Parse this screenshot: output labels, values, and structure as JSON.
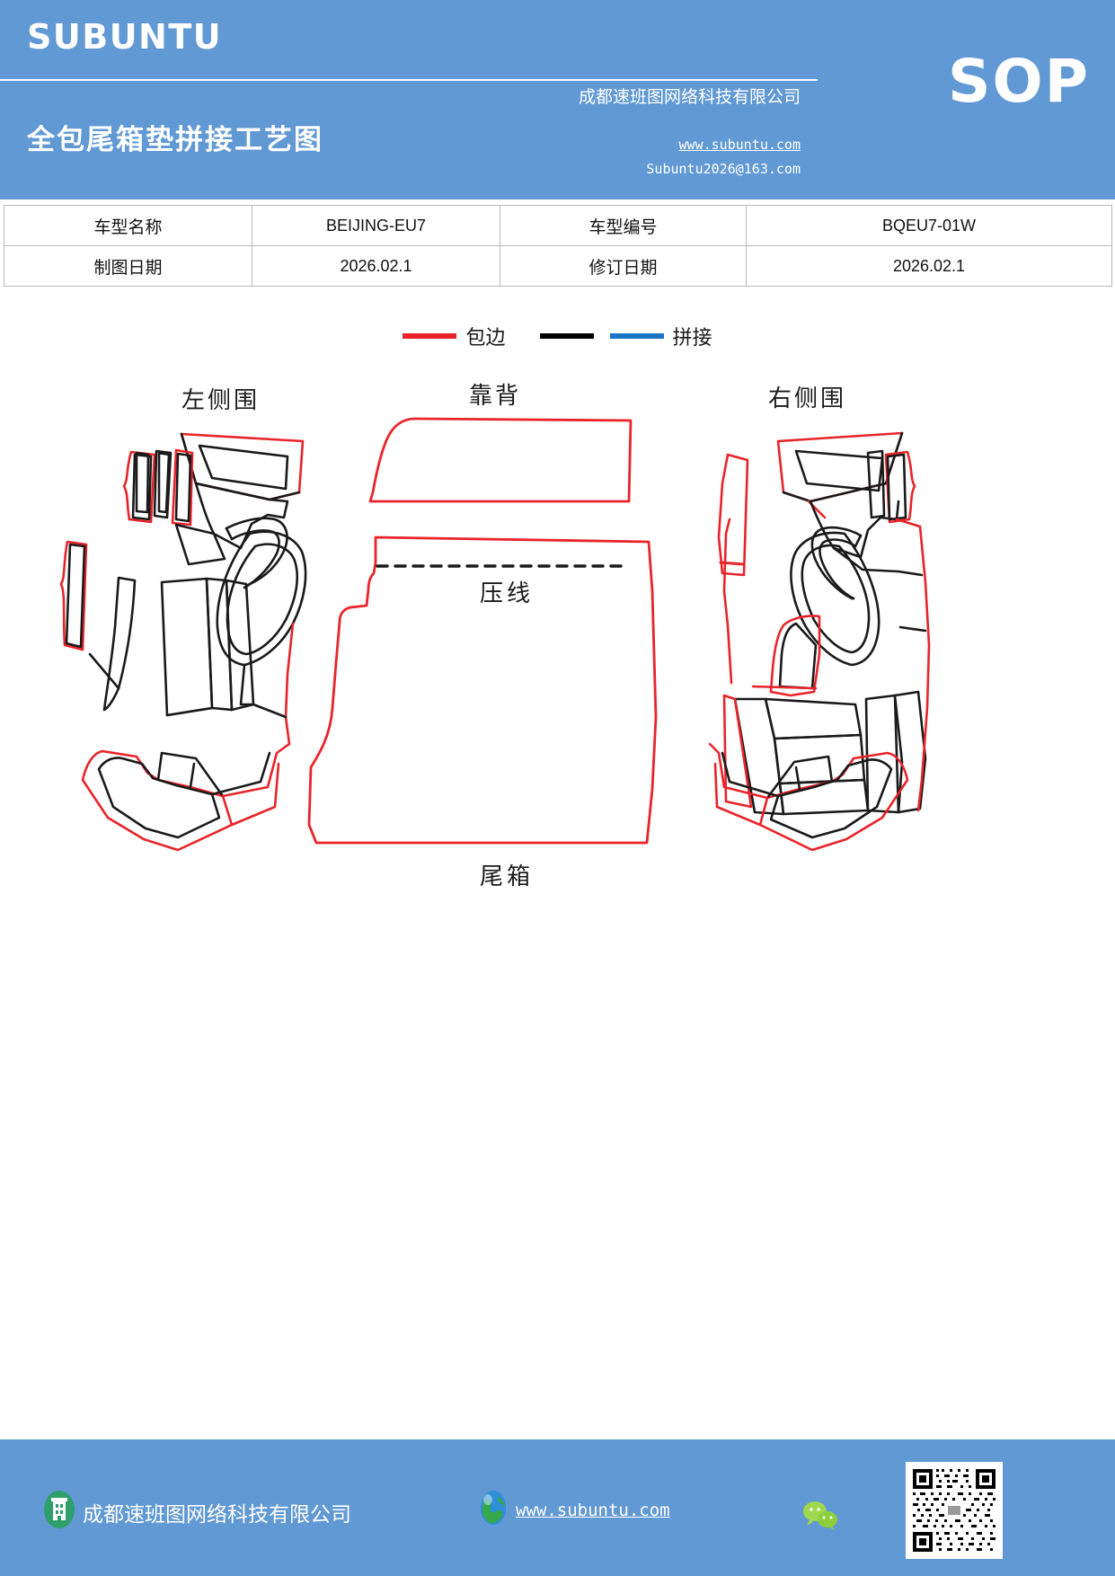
{
  "header": {
    "brand": "SUBUNTU",
    "doc_title": "全包尾箱垫拼接工艺图",
    "company_cn": "成都速班图网络科技有限公司",
    "badge": "SOP",
    "url": "www.subuntu.com",
    "email": "Subuntu2026@163.com",
    "bg_color": "#6199d4"
  },
  "info_table": {
    "rows": [
      {
        "label1": "车型名称",
        "value1": "BEIJING-EU7",
        "label2": "车型编号",
        "value2": "BQEU7-01W"
      },
      {
        "label1": "制图日期",
        "value1": "2026.02.1",
        "label2": "修订日期",
        "value2": "2026.02.1"
      }
    ]
  },
  "legend": {
    "items": [
      {
        "label": "包边",
        "color": "#e8242a",
        "icon": "line-swatch-red"
      },
      {
        "label": "",
        "color": "#000000",
        "icon": "line-swatch-black"
      },
      {
        "label": "拼接",
        "color": "#1a73c4",
        "icon": "line-swatch-blue"
      }
    ]
  },
  "drawing": {
    "labels": {
      "left_panel": "左侧围",
      "backrest": "靠背",
      "right_panel": "右侧围",
      "press_line": "压线",
      "trunk": "尾箱"
    },
    "colors": {
      "binding": "#e8242a",
      "seam": "#1a1a1a",
      "splice": "#1a73c4"
    }
  },
  "footer": {
    "company_name": "成都速班图网络科技有限公司",
    "website": "www.subuntu.com",
    "icons": {
      "building": "building-icon",
      "globe": "globe-icon",
      "wechat": "wechat-icon",
      "qr": "qr-code-icon"
    },
    "bg_color": "#6199d4"
  }
}
